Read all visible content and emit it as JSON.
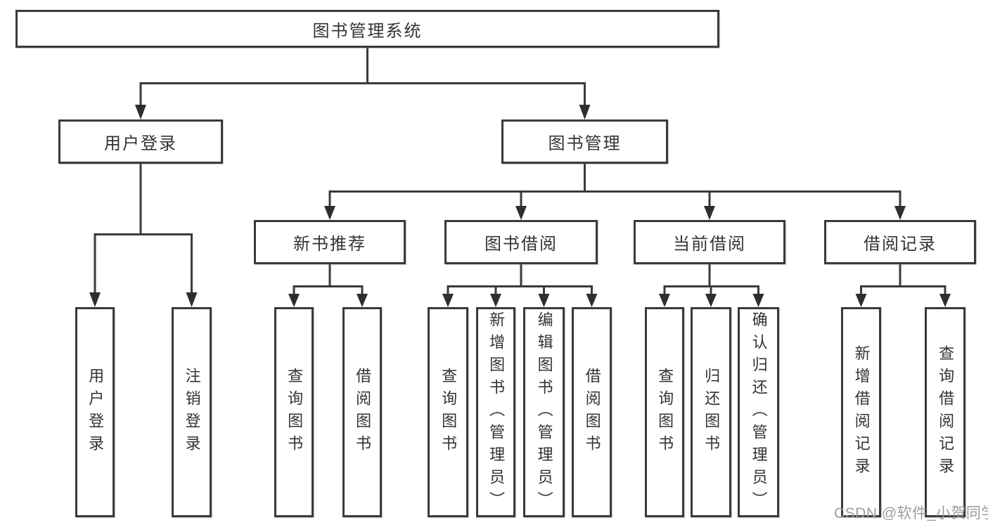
{
  "diagram": {
    "root": {
      "label": "图书管理系统"
    },
    "branches": [
      {
        "label": "用户登录",
        "children": [
          {
            "label": "用户登录"
          },
          {
            "label": "注销登录"
          }
        ]
      },
      {
        "label": "图书管理",
        "children": [
          {
            "label": "新书推荐",
            "children": [
              {
                "label": "查询图书"
              },
              {
                "label": "借阅图书"
              }
            ]
          },
          {
            "label": "图书借阅",
            "children": [
              {
                "label": "查询图书"
              },
              {
                "label": "新增图书（管理员）"
              },
              {
                "label": "编辑图书（管理员）"
              },
              {
                "label": "借阅图书"
              }
            ]
          },
          {
            "label": "当前借阅",
            "children": [
              {
                "label": "查询图书"
              },
              {
                "label": "归还图书"
              },
              {
                "label": "确认归还（管理员）"
              }
            ]
          },
          {
            "label": "借阅记录",
            "children": [
              {
                "label": "新增借阅记录"
              },
              {
                "label": "查询借阅记录"
              }
            ]
          }
        ]
      }
    ],
    "watermark": "CSDN @软件_小贺同学",
    "colors": {
      "line": "#3a3a3a",
      "box_border": "#3a3a3a",
      "text": "#333333",
      "watermark": "#9c9c9c",
      "background": "#ffffff"
    }
  }
}
